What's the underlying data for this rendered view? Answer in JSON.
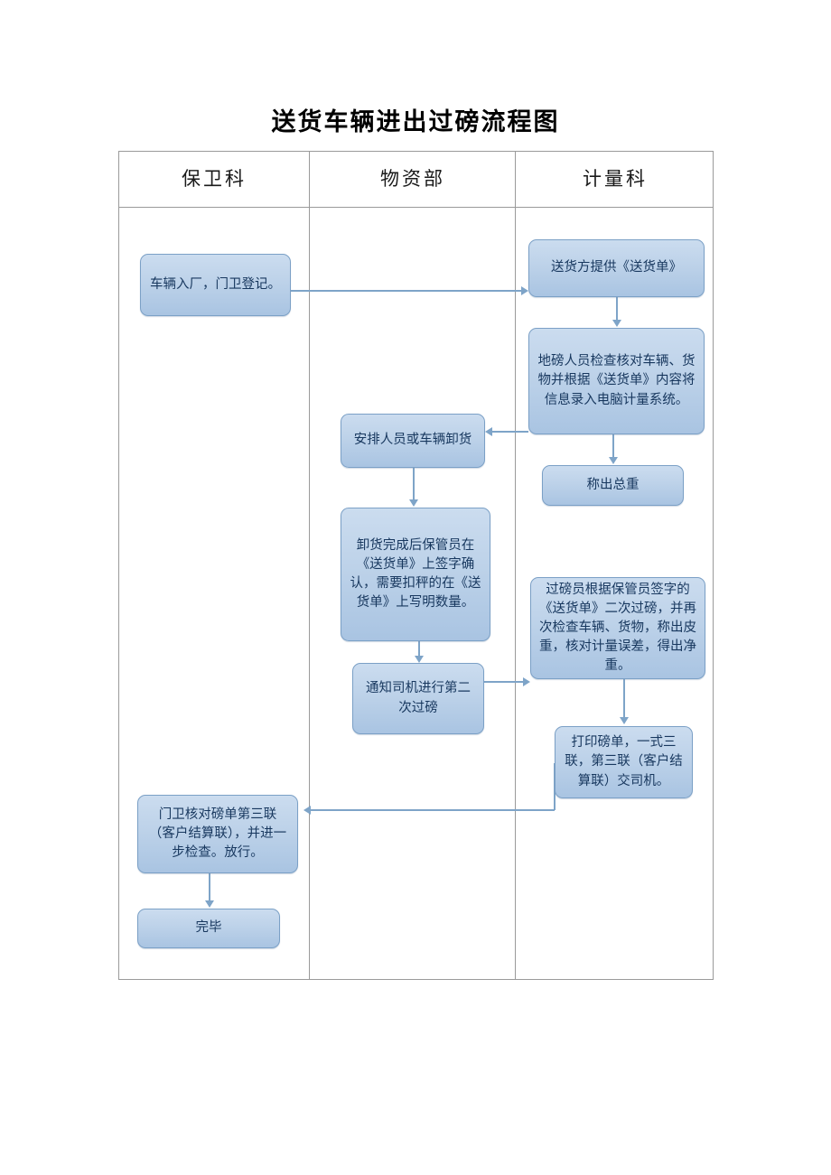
{
  "document": {
    "title": "送货车辆进出过磅流程图"
  },
  "lanes": [
    {
      "id": "security",
      "label": "保卫科"
    },
    {
      "id": "materials",
      "label": "物资部"
    },
    {
      "id": "metering",
      "label": "计量科"
    }
  ],
  "nodes": {
    "gate_entry": {
      "lane": "security",
      "text": "车辆入厂，门卫登记。"
    },
    "gate_verify": {
      "lane": "security",
      "text": "门卫核对磅单第三联（客户结算联），并进一步检查。放行。"
    },
    "finish": {
      "lane": "security",
      "text": "完毕"
    },
    "assign": {
      "lane": "materials",
      "text": "安排人员或车辆卸货"
    },
    "sign": {
      "lane": "materials",
      "text": "卸货完成后保管员在《送货单》上签字确认，需要扣秤的在《送货单》上写明数量。"
    },
    "notify": {
      "lane": "materials",
      "text": "通知司机进行第二次过磅"
    },
    "provide": {
      "lane": "metering",
      "text": "送货方提供《送货单》"
    },
    "record": {
      "lane": "metering",
      "text": "地磅人员检查核对车辆、货物并根据《送货单》内容将信息录入电脑计量系统。"
    },
    "gross": {
      "lane": "metering",
      "text": "称出总重"
    },
    "second_weigh": {
      "lane": "metering",
      "text": "过磅员根据保管员签字的《送货单》二次过磅，并再次检查车辆、货物，称出皮重，核对计量误差，得出净重。"
    },
    "print": {
      "lane": "metering",
      "text": "打印磅单，一式三联，第三联（客户结算联）交司机。"
    }
  },
  "edges": [
    {
      "from": "gate_entry",
      "to": "provide",
      "direction": "right"
    },
    {
      "from": "provide",
      "to": "record",
      "direction": "down"
    },
    {
      "from": "record",
      "to": "assign",
      "direction": "left"
    },
    {
      "from": "record",
      "to": "gross",
      "direction": "down"
    },
    {
      "from": "assign",
      "to": "sign",
      "direction": "down"
    },
    {
      "from": "sign",
      "to": "notify",
      "direction": "down"
    },
    {
      "from": "notify",
      "to": "second_weigh",
      "direction": "right"
    },
    {
      "from": "second_weigh",
      "to": "print",
      "direction": "down"
    },
    {
      "from": "print",
      "to": "gate_verify",
      "direction": "left"
    },
    {
      "from": "gate_verify",
      "to": "finish",
      "direction": "down"
    }
  ],
  "colors": {
    "node_fill_light": "#cbdcef",
    "node_fill_dark": "#a9c4e2",
    "node_border": "#7ba0c6",
    "node_text": "#17375e",
    "connector": "#7ea4c8",
    "table_border": "#9a9a9a",
    "title_text": "#000000"
  }
}
